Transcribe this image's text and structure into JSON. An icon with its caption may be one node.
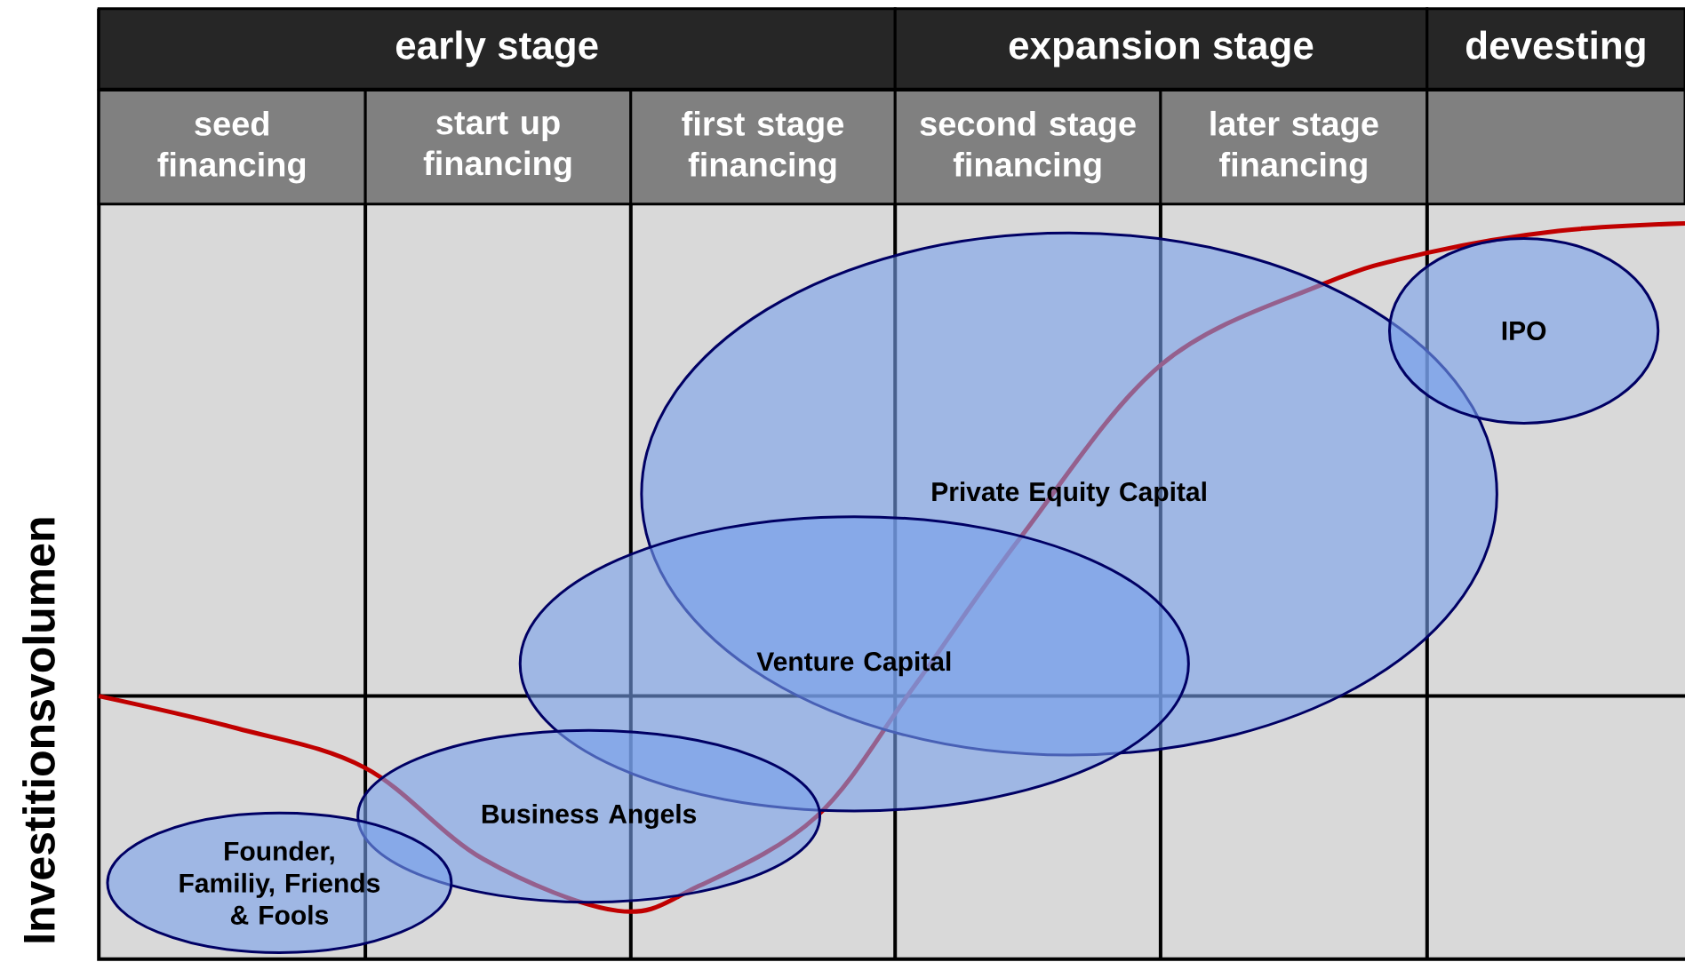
{
  "diagram": {
    "nodes": [
      {
        "text": [
          "early stage"
        ]
      },
      {
        "text": [
          "expansion stage"
        ]
      },
      {
        "text": [
          "devesting"
        ]
      },
      {
        "text": [
          "seed financing"
        ]
      },
      {
        "text": [
          "start up financing"
        ]
      },
      {
        "text": [
          "first stage financing"
        ]
      },
      {
        "text": [
          "second stage financing"
        ]
      },
      {
        "text": [
          "later stage financing"
        ]
      },
      {
        "text": [],
        "shape": "box"
      },
      {
        "text": [
          "Private Equity Capital"
        ]
      },
      {
        "text": [
          "Venture Capital"
        ]
      },
      {
        "text": [
          "Business Angels"
        ]
      },
      {
        "text": [
          "Founder, Familiy, Friends & Fools"
        ]
      },
      {
        "text": [
          "IPO"
        ]
      }
    ],
    "labels": [
      "Investitionsvolumen"
    ]
  }
}
